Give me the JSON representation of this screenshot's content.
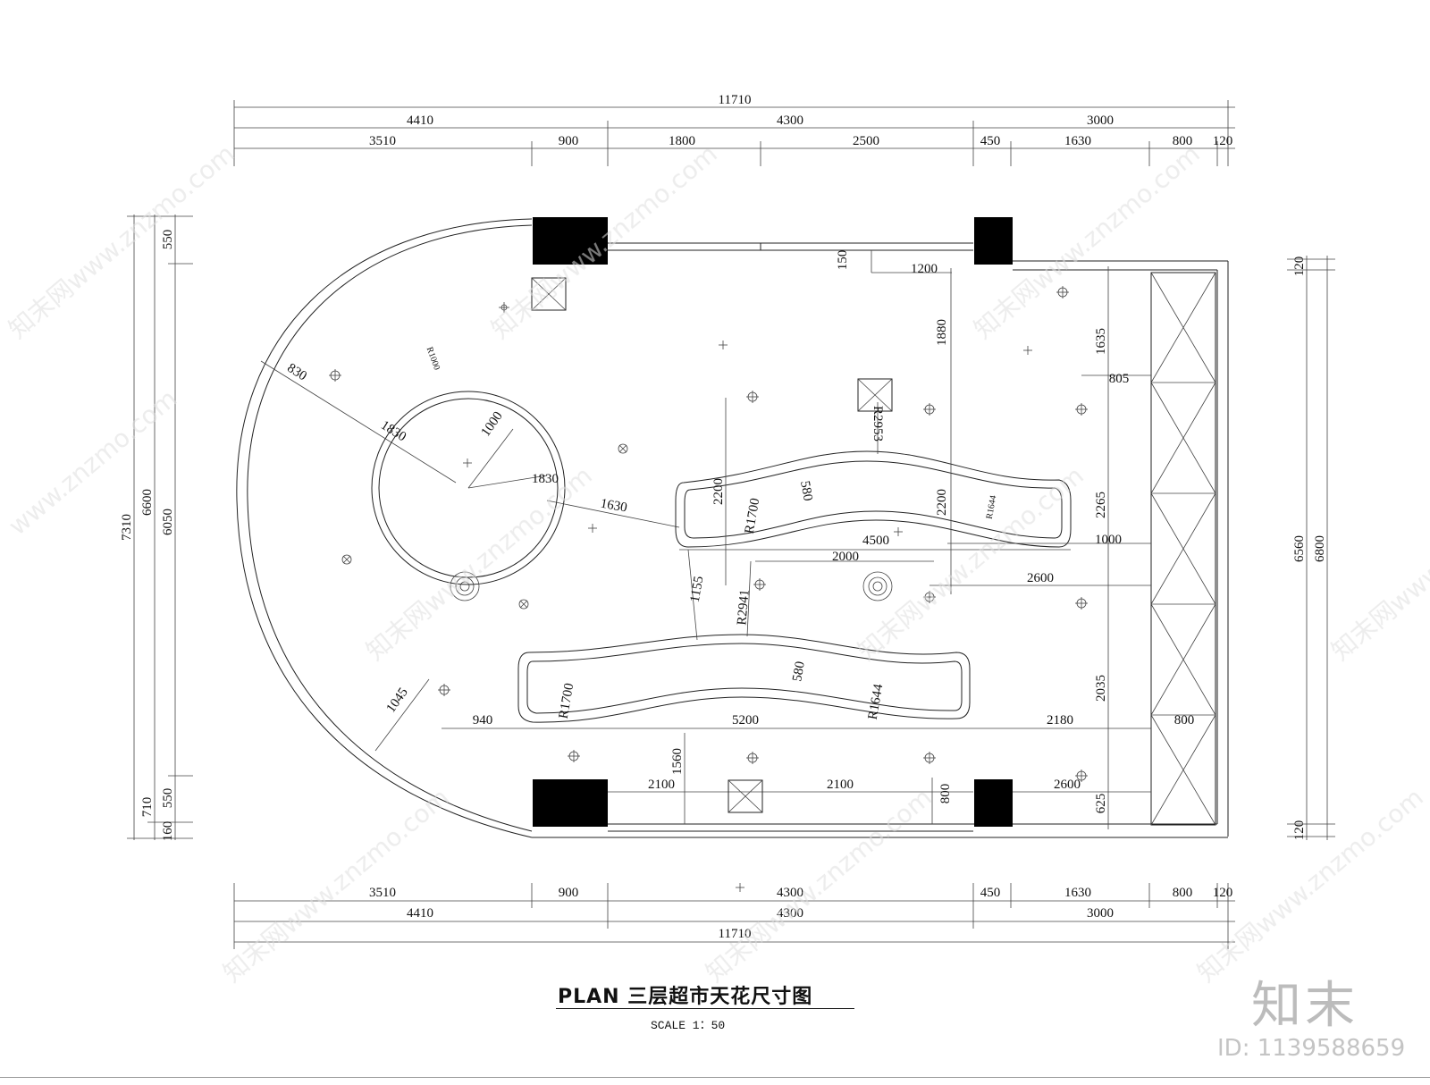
{
  "title": {
    "main": "PLAN   三层超市天花尺寸图",
    "scale": "SCALE 1：50"
  },
  "watermark": {
    "logo": "知末",
    "id": "ID: 1139588659"
  },
  "dimensions": {
    "top_total": "11710",
    "top_mid": [
      "4410",
      "4300",
      "3000"
    ],
    "top_detail": [
      "3510",
      "900",
      "1800",
      "2500",
      "450",
      "1630",
      "800",
      "120"
    ],
    "bottom_detail": [
      "3510",
      "900",
      "4300",
      "450",
      "1630",
      "800",
      "120"
    ],
    "bottom_mid": [
      "4410",
      "4300",
      "3000"
    ],
    "bottom_total": "11710",
    "left": [
      "7310",
      "6600",
      "6050",
      "550",
      "710",
      "550",
      "160"
    ],
    "right": [
      "120",
      "6560",
      "6800",
      "120"
    ],
    "interior": {
      "d150": "150",
      "d1200": "1200",
      "d1880": "1880",
      "d1635": "1635",
      "d805": "805",
      "d2265": "2265",
      "d1000": "1000",
      "d4500": "4500",
      "d2000": "2000",
      "d2600a": "2600",
      "d2035": "2035",
      "d800r": "800",
      "d2180": "2180",
      "d5200": "5200",
      "d940": "940",
      "d1045": "1045",
      "d1560": "1560",
      "d2100a": "2100",
      "d2100b": "2100",
      "d800b": "800",
      "d625": "625",
      "d2600b": "2600",
      "d830": "830",
      "d1830a": "1830",
      "d1000c": "1000",
      "d1830b": "1830",
      "d1630": "1630",
      "d1155": "1155",
      "d2200a": "2200",
      "d2200b": "2200",
      "d580a": "580",
      "d580b": "580",
      "r1700a": "R1700",
      "r1700b": "R1700",
      "r1644a": "R1644",
      "r1644b": "R1644",
      "r2953": "R2953",
      "r2941": "R2941",
      "r1000": "R1000"
    }
  }
}
